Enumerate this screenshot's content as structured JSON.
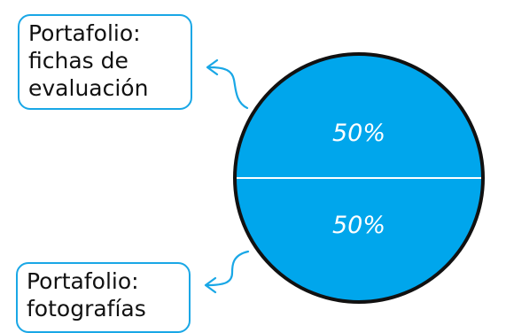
{
  "chart_data": {
    "type": "pie",
    "categories": [
      "Portafolio: fichas de evaluación",
      "Portafolio: fotografías"
    ],
    "values": [
      50,
      50
    ],
    "data_labels": [
      "50%",
      "50%"
    ],
    "colors": [
      "#00a6ec",
      "#00a6ec"
    ],
    "outline_color": "#111111",
    "separator_color": "#ffffff"
  },
  "labels": {
    "top": [
      "Portafolio:",
      "fichas de",
      "evaluación"
    ],
    "bottom": [
      "Portafolio:",
      "fotografías"
    ]
  },
  "colors": {
    "callout_border": "#19a7e6",
    "arrow": "#19a7e6"
  }
}
